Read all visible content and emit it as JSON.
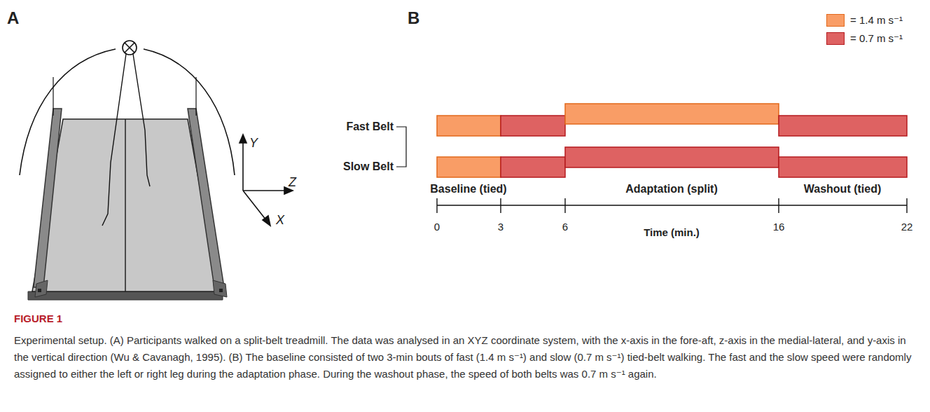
{
  "diagram": {
    "caption": "Experimental setup. (A) Participants walked on a split-belt treadmill. The data was analysed in an XYZ coordinate system, with the x-axis in the fore-aft, z-axis in the medial-lateral, and y-axis in the vertical direction (Wu & Cavanagh, 1995). (B) The baseline consisted of two 3-min bouts of fast (1.4 m s⁻¹) and slow (0.7 m s⁻¹) tied-belt walking. The fast and the slow speed were randomly assigned to either the left or right leg during the adaptation phase. During the washout phase, the speed of both belts was 0.7 m s⁻¹ again.",
    "labels": [
      "A",
      "B",
      "Y",
      "Z",
      "X",
      "Fast Belt",
      "Slow Belt",
      "Baseline (tied)",
      "Adaptation (split)",
      "Washout (tied)",
      "0",
      "3",
      "6",
      "16",
      "22",
      "Time (min.)",
      "FIGURE 1"
    ],
    "legend": [
      {
        "text": "= 1.4 m s⁻¹",
        "color": "#f99d66"
      },
      {
        "text": "= 0.7 m s⁻¹",
        "color": "#de6262"
      }
    ]
  }
}
